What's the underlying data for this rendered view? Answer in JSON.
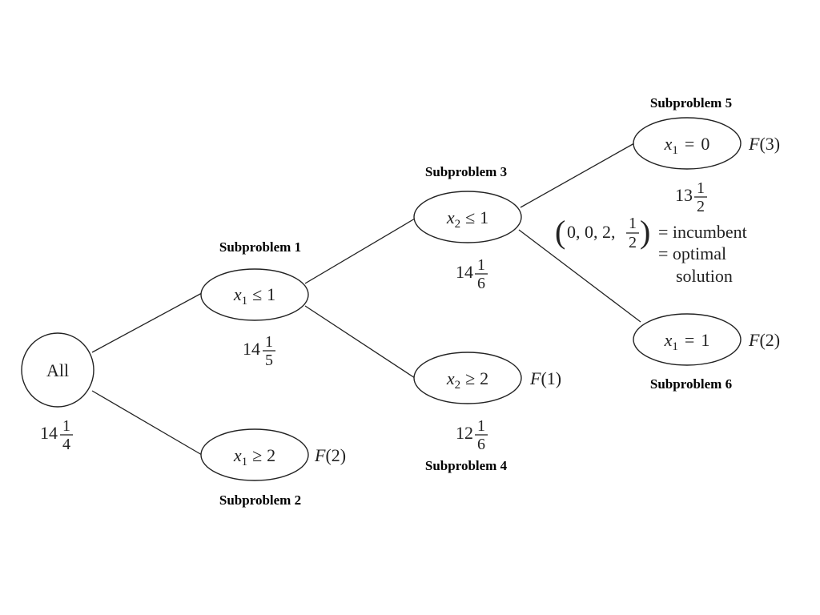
{
  "nodes": {
    "all": {
      "label": "All",
      "bound": {
        "whole": "14",
        "num": "1",
        "den": "4"
      }
    },
    "sub1": {
      "caption": "Subproblem 1",
      "condition": {
        "var": "x",
        "sub": "1",
        "op": "≤",
        "rhs": "1"
      },
      "bound": {
        "whole": "14",
        "num": "1",
        "den": "5"
      }
    },
    "sub2": {
      "caption": "Subproblem 2",
      "condition": {
        "var": "x",
        "sub": "1",
        "op": "≥",
        "rhs": "2"
      },
      "fathom": {
        "letter": "F",
        "arg": "(2)"
      }
    },
    "sub3": {
      "caption": "Subproblem 3",
      "condition": {
        "var": "x",
        "sub": "2",
        "op": "≤",
        "rhs": "1"
      },
      "bound": {
        "whole": "14",
        "num": "1",
        "den": "6"
      }
    },
    "sub4": {
      "caption": "Subproblem 4",
      "condition": {
        "var": "x",
        "sub": "2",
        "op": "≥",
        "rhs": "2"
      },
      "bound": {
        "whole": "12",
        "num": "1",
        "den": "6"
      },
      "fathom": {
        "letter": "F",
        "arg": "(1)"
      }
    },
    "sub5": {
      "caption": "Subproblem 5",
      "condition": {
        "var": "x",
        "sub": "1",
        "op": "=",
        "rhs": "0"
      },
      "bound": {
        "whole": "13",
        "num": "1",
        "den": "2"
      },
      "fathom": {
        "letter": "F",
        "arg": "(3)"
      }
    },
    "sub6": {
      "caption": "Subproblem 6",
      "condition": {
        "var": "x",
        "sub": "1",
        "op": "=",
        "rhs": "1"
      },
      "fathom": {
        "letter": "F",
        "arg": "(2)"
      }
    }
  },
  "incumbent": {
    "vector_prefix": "0, 0, 2,",
    "frac_num": "1",
    "frac_den": "2",
    "line1": "= incumbent",
    "line2": "= optimal",
    "line3": "solution"
  }
}
